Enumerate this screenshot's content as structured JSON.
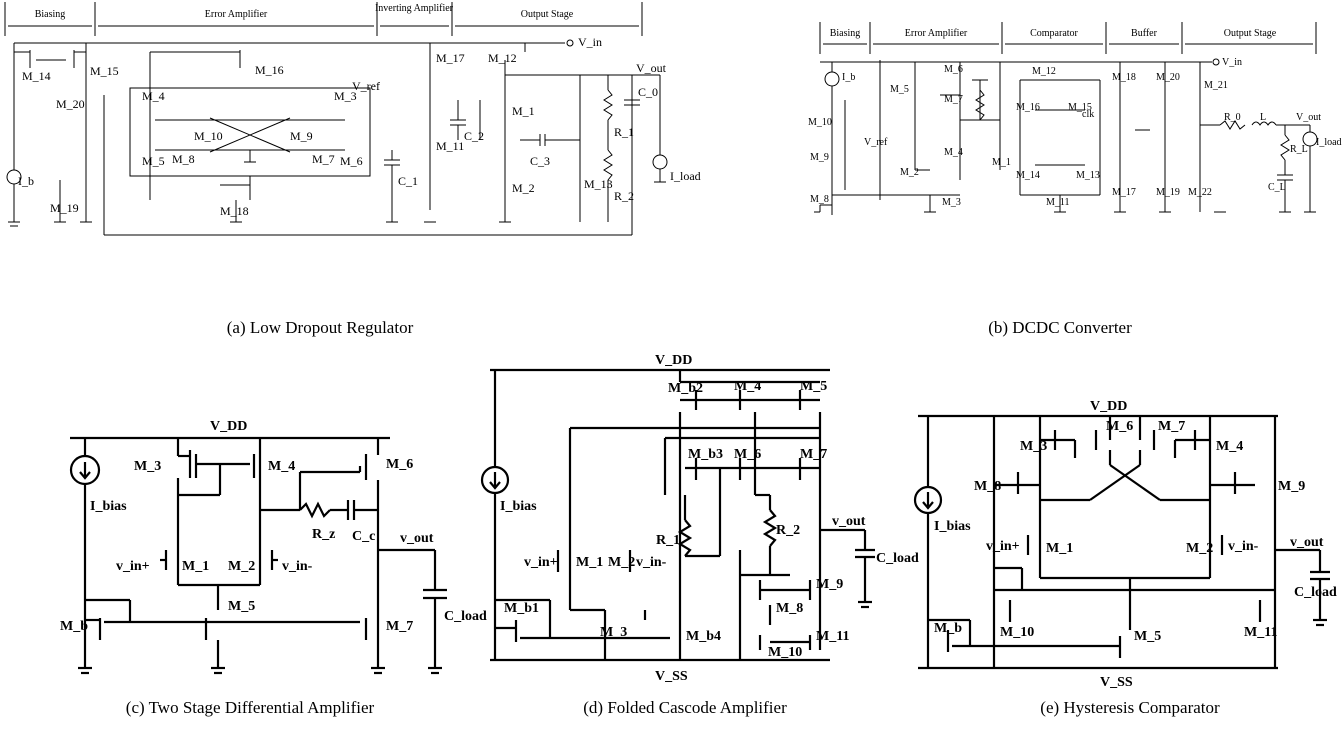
{
  "captions": {
    "a": "(a) Low Dropout Regulator",
    "b": "(b) DCDC Converter",
    "c": "(c) Two Stage Differential Amplifier",
    "d": "(d) Folded Cascode Amplifier",
    "e": "(e) Hysteresis Comparator"
  },
  "ldo": {
    "sections": [
      "Biasing",
      "Error Amplifier",
      "Inverting Amplifier",
      "Output Stage"
    ],
    "labels": {
      "vin": "V_in",
      "vout": "V_out",
      "vref": "V_ref",
      "ib": "I_b",
      "iload": "I_load",
      "m14": "M_14",
      "m15": "M_15",
      "m16": "M_16",
      "m17": "M_17",
      "m12": "M_12",
      "m4": "M_4",
      "m3": "M_3",
      "m10": "M_10",
      "m9": "M_9",
      "m8": "M_8",
      "m7": "M_7",
      "m5": "M_5",
      "m6": "M_6",
      "m20": "M_20",
      "m19": "M_19",
      "m18": "M_18",
      "m11": "M_11",
      "m1": "M_1",
      "m2": "M_2",
      "m13": "M_13",
      "c1": "C_1",
      "c2": "C_2",
      "c3": "C_3",
      "c0": "C_0",
      "r1": "R_1",
      "r2": "R_2"
    }
  },
  "dcdc": {
    "sections": [
      "Biasing",
      "Error Amplifier",
      "Comparator",
      "Buffer",
      "Output Stage"
    ],
    "labels": {
      "vin": "V_in",
      "vout": "V_out",
      "vref": "V_ref",
      "ib": "I_b",
      "iload": "I_load",
      "clk": "clk",
      "m5": "M_5",
      "m6": "M_6",
      "m7": "M_7",
      "m10": "M_10",
      "m9": "M_9",
      "m8": "M_8",
      "m2": "M_2",
      "m3": "M_3",
      "m4": "M_4",
      "m1": "M_1",
      "m12": "M_12",
      "m16": "M_16",
      "m15": "M_15",
      "m14": "M_14",
      "m13": "M_13",
      "m11": "M_11",
      "m18": "M_18",
      "m20": "M_20",
      "m17": "M_17",
      "m19": "M_19",
      "m21": "M_21",
      "m22": "M_22",
      "r0": "R_0",
      "l": "L",
      "rl": "R_L",
      "cl": "C_L"
    }
  },
  "tsda": {
    "labels": {
      "vdd": "V_DD",
      "ibias": "I_bias",
      "m3": "M_3",
      "m4": "M_4",
      "m6": "M_6",
      "m1": "M_1",
      "m2": "M_2",
      "vinp": "v_in+",
      "vinm": "v_in-",
      "rz": "R_z",
      "cc": "C_c",
      "vout": "v_out",
      "cload": "C_load",
      "mb": "M_b",
      "m5": "M_5",
      "m7": "M_7"
    }
  },
  "fca": {
    "labels": {
      "vdd": "V_DD",
      "vss": "V_SS",
      "ibias": "I_bias",
      "mb2": "M_b2",
      "m4": "M_4",
      "m5": "M_5",
      "mb3": "M_b3",
      "m6": "M_6",
      "m7": "M_7",
      "r1": "R_1",
      "r2": "R_2",
      "vout": "v_out",
      "cload": "C_load",
      "vinp": "v_in+",
      "m1": "M_1",
      "m2": "M_2",
      "vinm": "v_in-",
      "m9": "M_9",
      "m8": "M_8",
      "mb1": "M_b1",
      "m3": "M_3",
      "mb4": "M_b4",
      "m10": "M_10",
      "m11": "M_11"
    }
  },
  "hc": {
    "labels": {
      "vdd": "V_DD",
      "vss": "V_SS",
      "ibias": "I_bias",
      "m3": "M_3",
      "m6": "M_6",
      "m7": "M_7",
      "m4": "M_4",
      "m8": "M_8",
      "m9": "M_9",
      "vinp": "v_in+",
      "m1": "M_1",
      "m2": "M_2",
      "vinm": "v_in-",
      "vout": "v_out",
      "cload": "C_load",
      "mb": "M_b",
      "m10": "M_10",
      "m5": "M_5",
      "m11": "M_11"
    }
  }
}
